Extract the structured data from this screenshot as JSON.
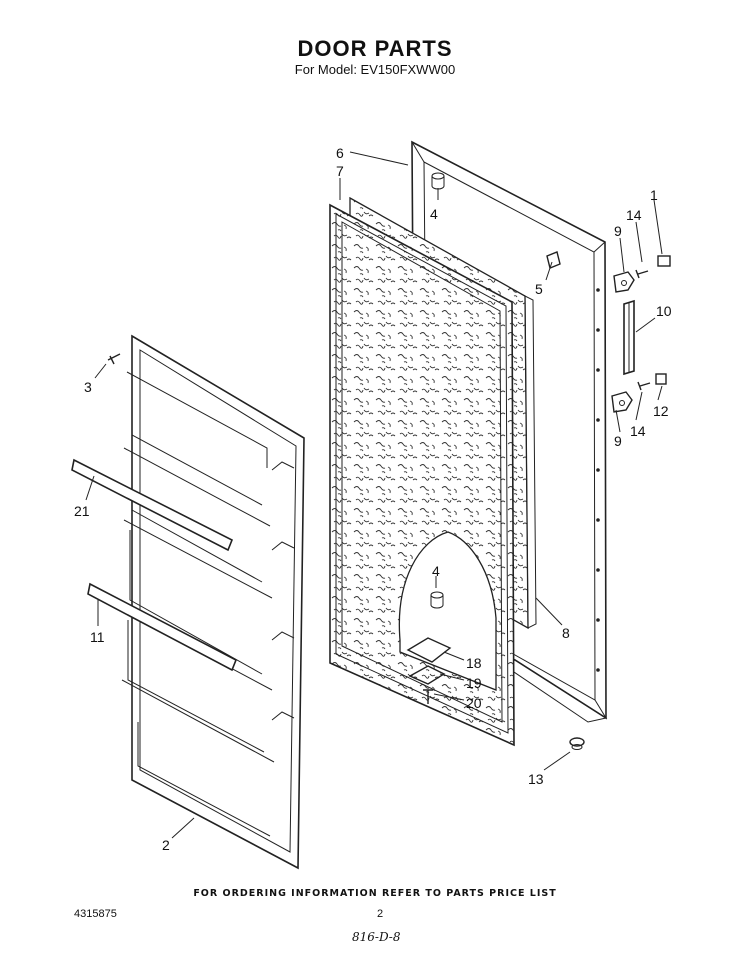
{
  "header": {
    "title": "DOOR PARTS",
    "model": "For Model: EV150FXWW00"
  },
  "footer": {
    "ordering_note": "FOR ORDERING INFORMATION REFER TO PARTS PRICE LIST",
    "doc_number": "4315875",
    "page_number": "2",
    "handwritten_note": "816-D-8"
  },
  "callouts": {
    "c1": "1",
    "c2": "2",
    "c3": "3",
    "c4a": "4",
    "c4b": "4",
    "c5": "5",
    "c6": "6",
    "c7": "7",
    "c8": "8",
    "c9a": "9",
    "c9b": "9",
    "c10": "10",
    "c11": "11",
    "c12": "12",
    "c13": "13",
    "c14a": "14",
    "c14b": "14",
    "c18": "18",
    "c19": "19",
    "c20": "20",
    "c21": "21"
  }
}
